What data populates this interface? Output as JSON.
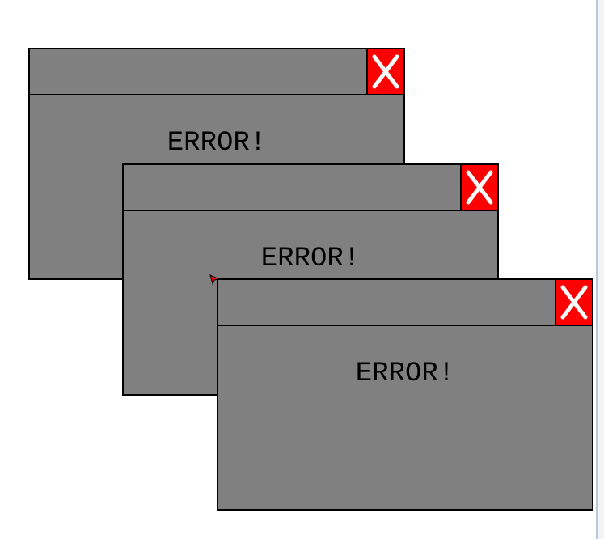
{
  "windows": [
    {
      "message": "ERROR!",
      "close_icon": "close-x-icon"
    },
    {
      "message": "ERROR!",
      "close_icon": "close-x-icon"
    },
    {
      "message": "ERROR!",
      "close_icon": "close-x-icon"
    }
  ],
  "colors": {
    "window_body": "#808080",
    "close_button": "#ff0000",
    "close_glyph": "#ffffff",
    "border": "#000000",
    "cursor": "#ff0000"
  }
}
